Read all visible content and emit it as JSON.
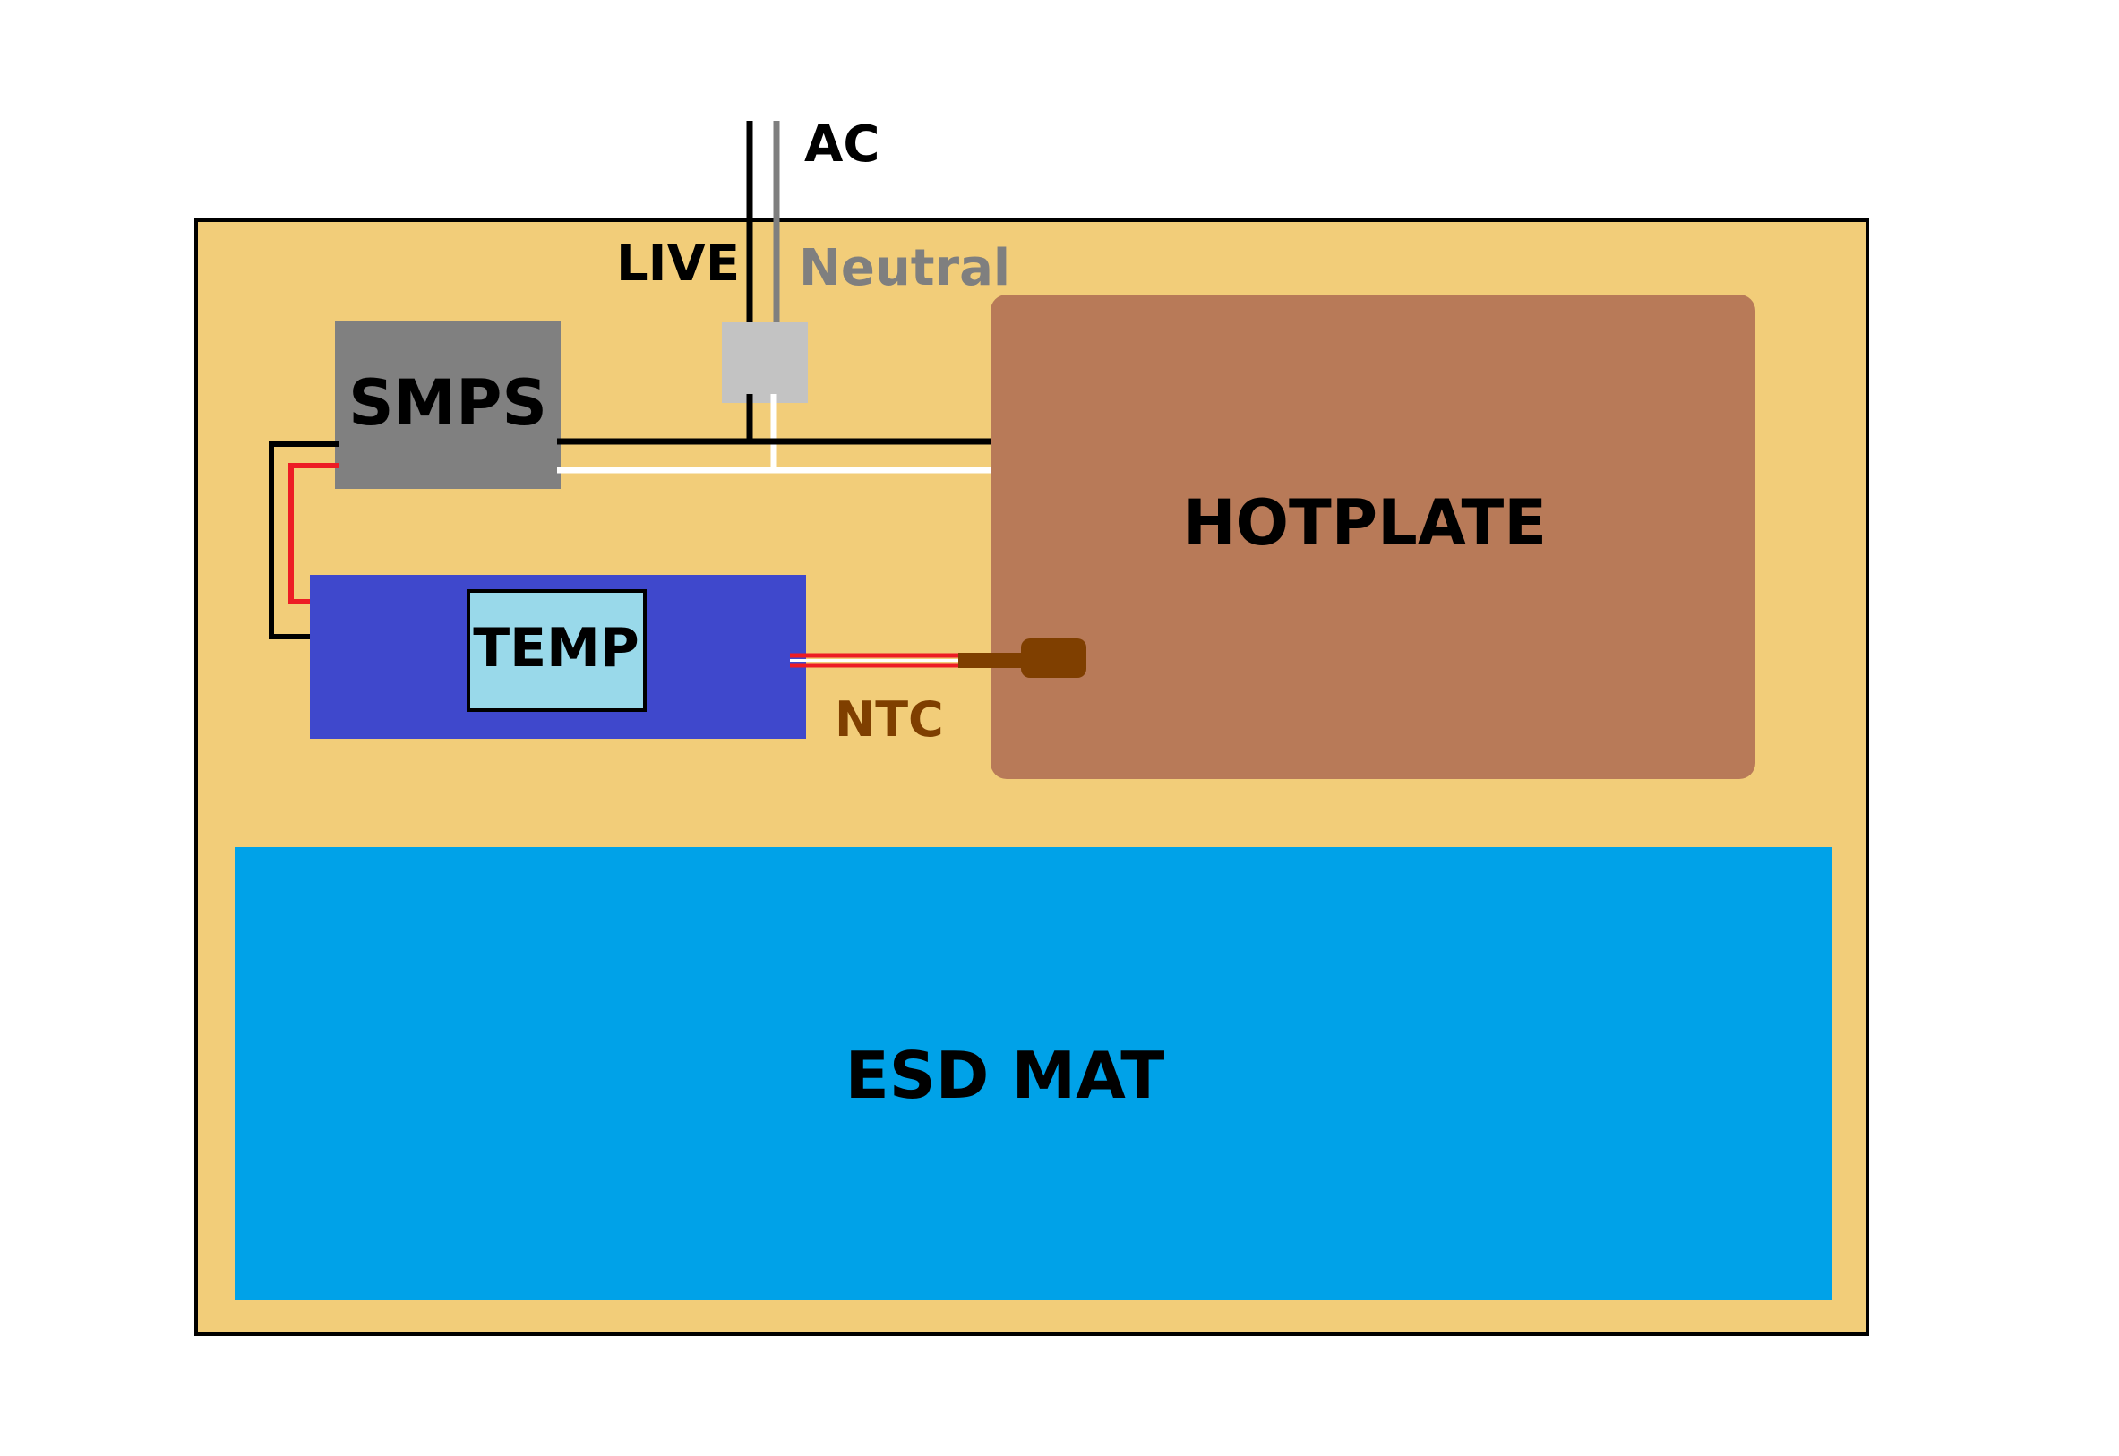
{
  "labels": {
    "ac": "AC",
    "live": "LIVE",
    "neutral": "Neutral",
    "smps": "SMPS",
    "hotplate": "HOTPLATE",
    "temp": "TEMP",
    "ntc": "NTC",
    "esd_mat": "ESD MAT"
  },
  "colors": {
    "board": "#f2cd79",
    "board_border": "#000000",
    "smps": "#808080",
    "connector": "#c3c3c3",
    "hotplate": "#b87a58",
    "controller": "#3f48cc",
    "temp_display": "#99d9ea",
    "esd_mat": "#00a2e8",
    "wire_live": "#000000",
    "wire_neutral": "#ffffff",
    "wire_ac_neutral": "#7f7f7f",
    "wire_dc_positive": "#ed1c24",
    "ntc_probe": "#7f3f00",
    "ntc_label": "#7f3f00",
    "neutral_label": "#7f7f7f",
    "text": "#000000"
  }
}
